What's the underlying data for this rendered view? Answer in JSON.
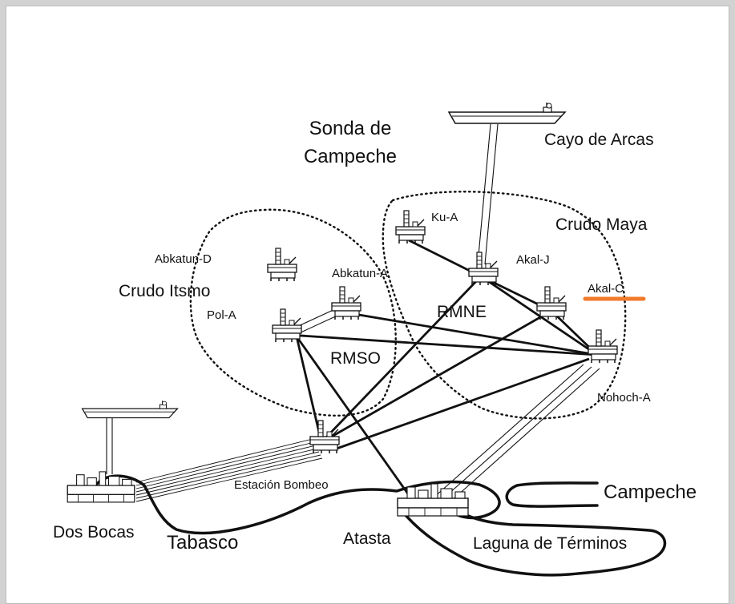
{
  "title": {
    "line1": "Sonda de",
    "line2": "Campeche"
  },
  "regions": {
    "left": "Crudo Itsmo",
    "right": "Crudo Maya"
  },
  "platforms": {
    "abkatun_d": "Abkatun-D",
    "abkatun_a": "Abkatun-A",
    "pol_a": "Pol-A",
    "rmso": "RMSO",
    "ku_a": "Ku-A",
    "akal_j": "Akal-J",
    "akal_c": "Akal-C",
    "rmne": "RMNE",
    "nohoch_a": "Nohoch-A"
  },
  "terminals": {
    "cayo_de_arcas": "Cayo de Arcas",
    "estacion_bombeo": "Estación Bombeo",
    "dos_bocas": "Dos Bocas",
    "atasta": "Atasta"
  },
  "geography": {
    "tabasco": "Tabasco",
    "campeche": "Campeche",
    "laguna": "Laguna de Términos"
  },
  "highlight": {
    "target": "akal_c",
    "color": "#f07a2a"
  },
  "colors": {
    "ink": "#111111",
    "frame": "#d2d2d2"
  }
}
